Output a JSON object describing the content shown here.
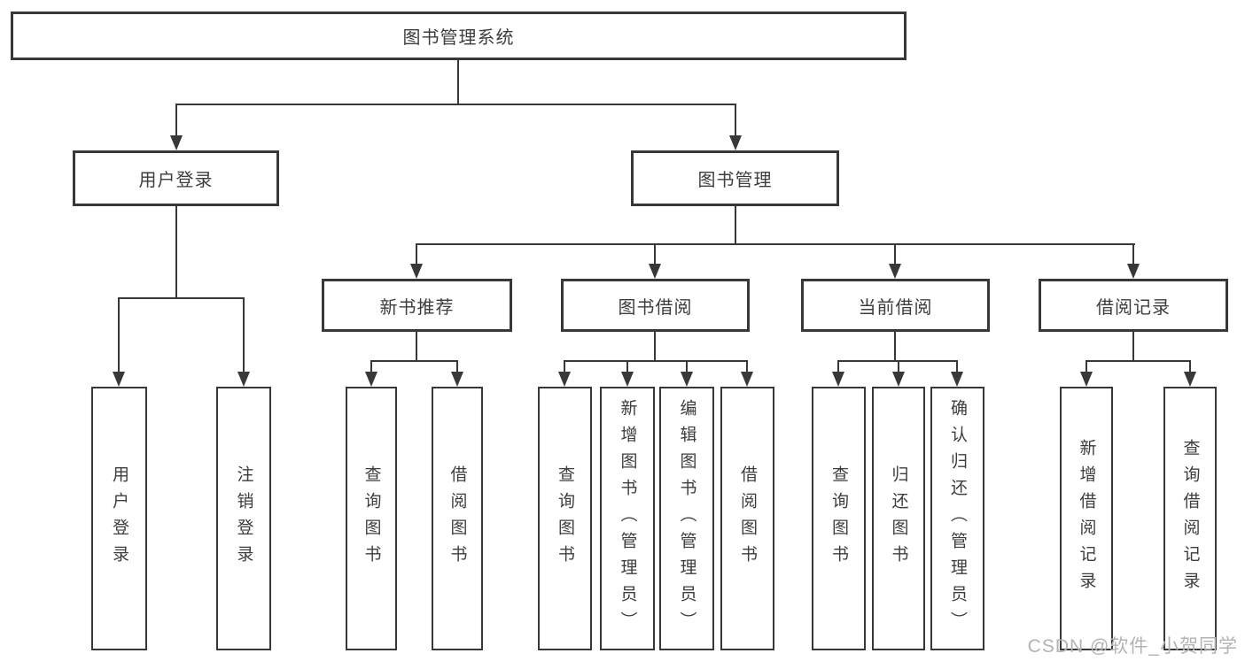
{
  "page": {
    "background": "#ffffff",
    "line_color": "#383838",
    "text_color": "#3d3d3d"
  },
  "diagram": {
    "root": {
      "label": "图书管理系统"
    },
    "branches": [
      {
        "label": "用户登录",
        "children": [
          {
            "label": "用户登录"
          },
          {
            "label": "注销登录"
          }
        ]
      },
      {
        "label": "图书管理",
        "groups": [
          {
            "label": "新书推荐",
            "children": [
              {
                "label": "查询图书"
              },
              {
                "label": "借阅图书"
              }
            ]
          },
          {
            "label": "图书借阅",
            "children": [
              {
                "label": "查询图书"
              },
              {
                "label": "新增图书（管理员）"
              },
              {
                "label": "编辑图书（管理员）"
              },
              {
                "label": "借阅图书"
              }
            ]
          },
          {
            "label": "当前借阅",
            "children": [
              {
                "label": "查询图书"
              },
              {
                "label": "归还图书"
              },
              {
                "label": "确认归还（管理员）"
              }
            ]
          },
          {
            "label": "借阅记录",
            "children": [
              {
                "label": "新增借阅记录"
              },
              {
                "label": "查询借阅记录"
              }
            ]
          }
        ]
      }
    ]
  },
  "watermark": {
    "text": "CSDN @软件_小贺同学",
    "color": "#b3b3b3"
  }
}
